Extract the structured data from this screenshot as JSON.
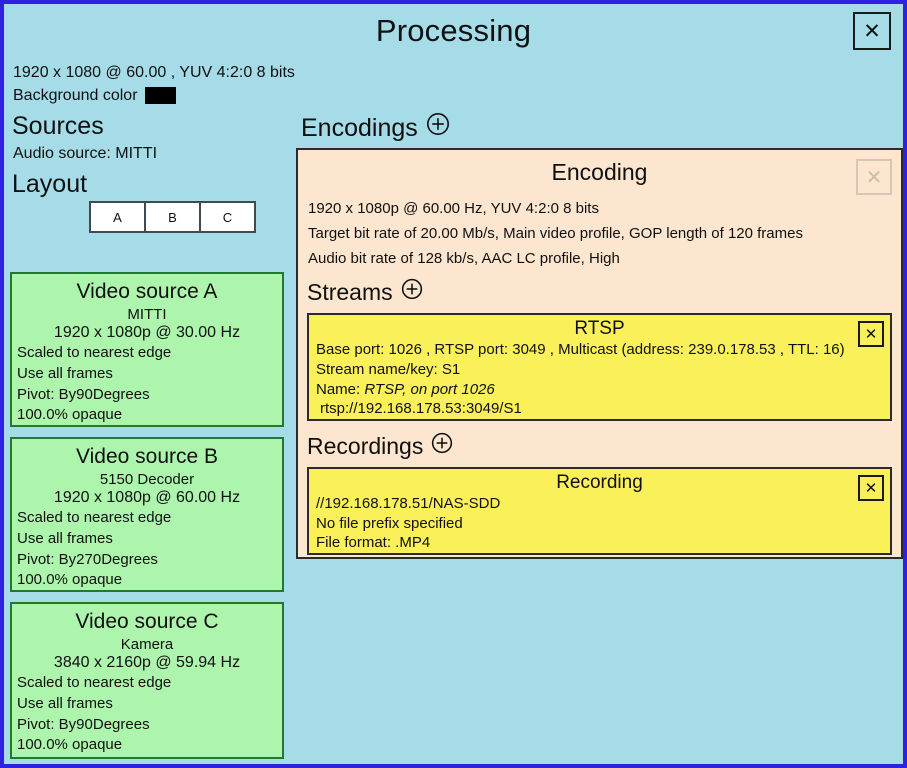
{
  "window": {
    "title": "Processing",
    "close_label": "✕",
    "border_color": "#2E21E0",
    "background_color": "#A6DCE8"
  },
  "summary": {
    "format": "1920  x  1080  @  60.00 ,  YUV 4:2:0 8 bits",
    "background_color_label": "Background color",
    "background_color_value": "#000000"
  },
  "sources": {
    "heading": "Sources",
    "audio_source": "Audio source:  MITTI",
    "layout_heading": "Layout",
    "layout_buttons": [
      "A",
      "B",
      "C"
    ],
    "cards": [
      {
        "title": "Video source A",
        "device": "MITTI",
        "resolution": "1920 x 1080p @ 30.00 Hz",
        "scaling": "Scaled to nearest edge",
        "frames": "Use all frames",
        "pivot": "Pivot:  By90Degrees",
        "opacity": "100.0% opaque"
      },
      {
        "title": "Video source B",
        "device": "5150 Decoder",
        "resolution": "1920 x 1080p @ 60.00 Hz",
        "scaling": "Scaled to nearest edge",
        "frames": "Use all frames",
        "pivot": "Pivot:  By270Degrees",
        "opacity": "100.0% opaque"
      },
      {
        "title": "Video source C",
        "device": "Kamera",
        "resolution": "3840 x 2160p @ 59.94 Hz",
        "scaling": "Scaled to nearest edge",
        "frames": "Use all frames",
        "pivot": "Pivot:  By90Degrees",
        "opacity": "100.0% opaque"
      }
    ]
  },
  "encodings": {
    "heading": "Encodings",
    "add_icon": "plus-circle-icon",
    "encoding": {
      "title": "Encoding",
      "close_label": "✕",
      "line_1": "1920 x 1080p @ 60.00 Hz, YUV 4:2:0 8 bits",
      "line_2": "Target bit rate of 20.00 Mb/s, Main video profile, GOP length of 120 frames",
      "line_3": "Audio bit rate of 128 kb/s,  AAC LC profile, High",
      "streams": {
        "heading": "Streams",
        "add_icon": "plus-circle-icon",
        "items": [
          {
            "title": "RTSP",
            "close_label": "✕",
            "line_1": "Base port: 1026 , RTSP port: 3049 , Multicast (address: 239.0.178.53 , TTL: 16)",
            "line_2": "Stream name/key:  S1",
            "name_label": "Name:  ",
            "name_value": "RTSP, on port 1026",
            "url": "rtsp://192.168.178.53:3049/S1"
          }
        ]
      },
      "recordings": {
        "heading": "Recordings",
        "add_icon": "plus-circle-icon",
        "items": [
          {
            "title": "Recording",
            "close_label": "✕",
            "path": "//192.168.178.51/NAS-SDD",
            "prefix": "No file prefix specified",
            "format": "File format: .MP4"
          }
        ]
      }
    }
  }
}
